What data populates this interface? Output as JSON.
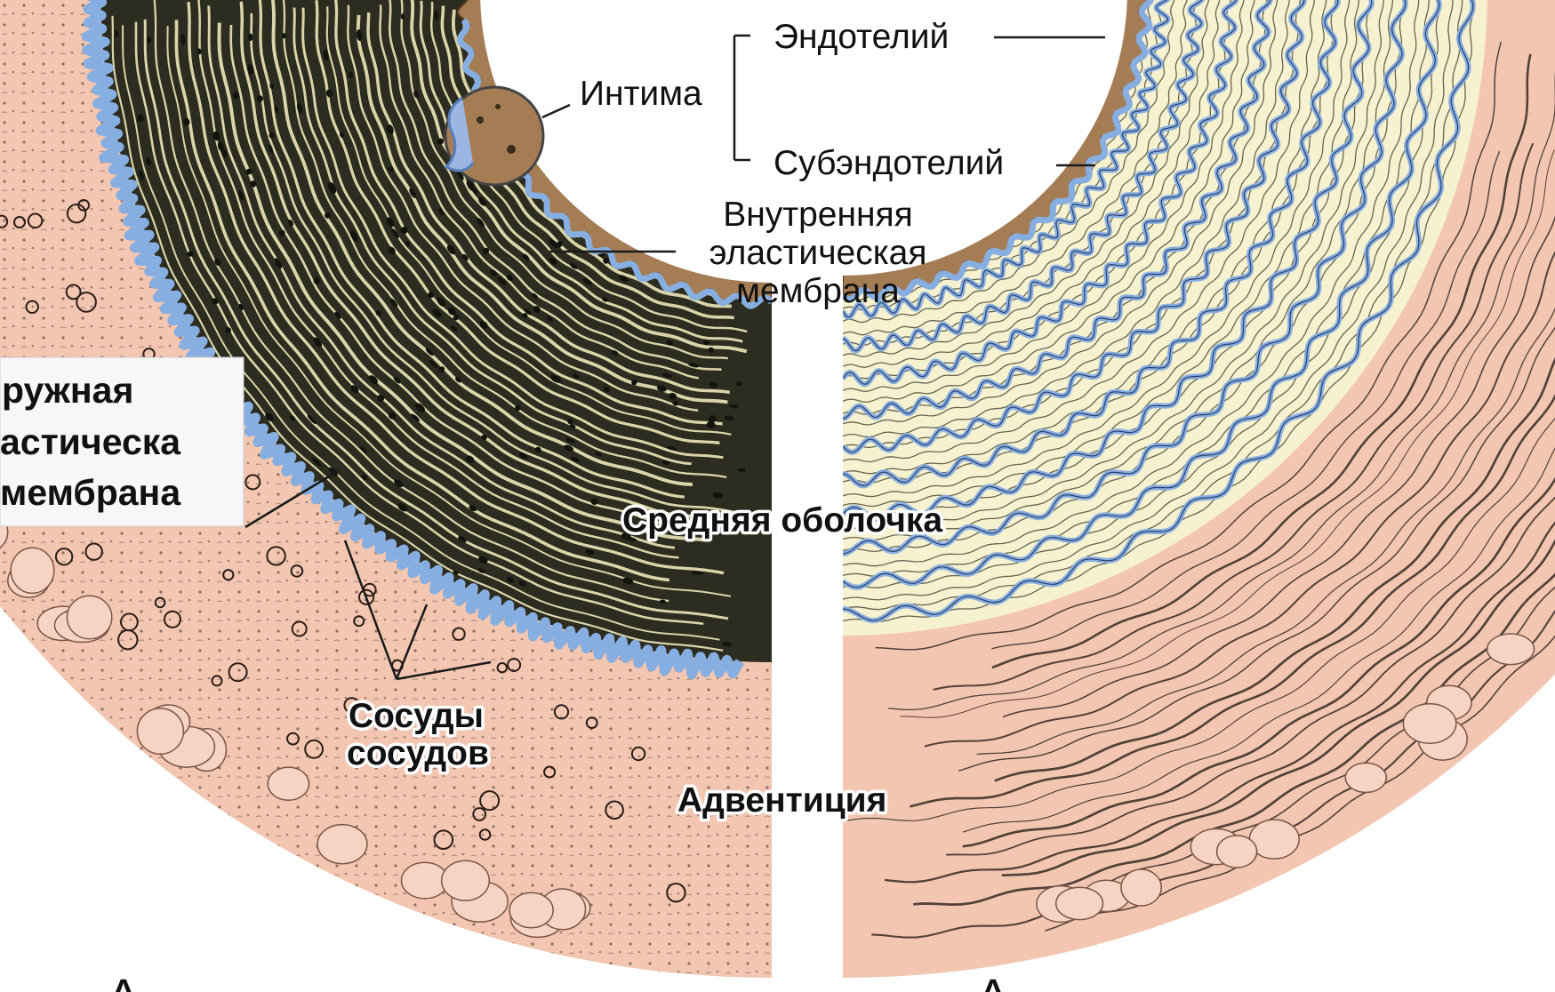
{
  "labels": {
    "endothelium": "Эндотелий",
    "intima": "Интима",
    "subendothelium": "Субэндотелий",
    "internal_elastic_membrane": [
      "Внутренняя",
      "эластическая",
      "мембрана"
    ],
    "external_elastic_membrane": [
      "ружная",
      "астическа",
      "мембрана"
    ],
    "tunica_media": "Средняя оболочка",
    "vasa_vasorum": [
      "Сосуды",
      "сосудов"
    ],
    "adventitia": "Адвентиция"
  },
  "captions": {
    "left": "А",
    "right": "А"
  },
  "colors": {
    "adventitia": "#f2c6b0",
    "media_left": "#2c2c20",
    "media_fibers": "#ece7b8",
    "media_right": "#f6f1cf",
    "intima": "#a57d55",
    "elastic_membrane": "#87aee0",
    "background": "#ffffff"
  }
}
